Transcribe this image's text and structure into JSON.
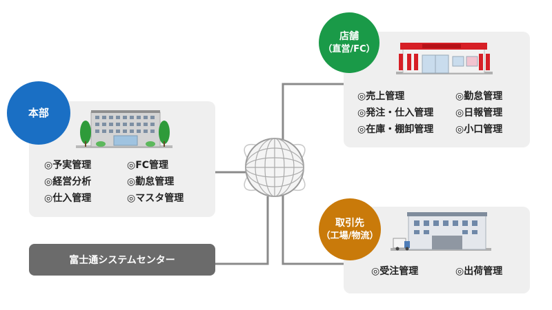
{
  "colors": {
    "hq": "#1a6fc4",
    "store": "#1a9a48",
    "partner": "#c97a0a",
    "line": "#8a8a8a",
    "panel": "#efefef",
    "bar": "#6b6b6b"
  },
  "hq": {
    "badge": "本部",
    "items_left": [
      "◎予実管理",
      "◎経営分析",
      "◎仕入管理"
    ],
    "items_right": [
      "◎FC管理",
      "◎勤怠管理",
      "◎マスタ管理"
    ]
  },
  "store": {
    "badge_line1": "店舗",
    "badge_line2": "（直営/FC）",
    "items_left": [
      "◎売上管理",
      "◎発注・仕入管理",
      "◎在庫・棚卸管理"
    ],
    "items_right": [
      "◎勤怠管理",
      "◎日報管理",
      "◎小口管理"
    ]
  },
  "partner": {
    "badge_line1": "取引先",
    "badge_line2": "（工場/物流）",
    "items": [
      "◎受注管理",
      "◎出荷管理"
    ]
  },
  "center": {
    "label": "富士通システムセンター"
  },
  "icons": {
    "hq": "office-building-icon",
    "store": "storefront-icon",
    "partner": "factory-truck-icon",
    "hub": "globe-icon"
  }
}
